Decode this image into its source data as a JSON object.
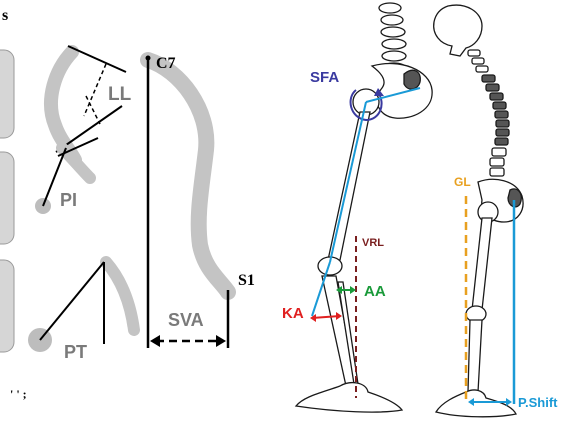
{
  "left_panel": {
    "header_fragment": "s",
    "footer_fragment": "' ' ;",
    "labels": {
      "ll": "LL",
      "pi": "PI",
      "pt": "PT",
      "c7": "C7",
      "s1": "S1",
      "sva": "SVA"
    }
  },
  "right_panel": {
    "labels": {
      "sfa": "SFA",
      "vrl": "VRL",
      "aa": "AA",
      "ka": "KA",
      "gl": "GL",
      "pshift": "P.Shift"
    }
  },
  "colors": {
    "bone_gray": "#c4c4c4",
    "line_black": "#000000",
    "blue_line": "#1a9ad6",
    "sfa_purple": "#3a3aa0",
    "vrl_brown": "#7a1f1f",
    "aa_green": "#1a9a3a",
    "ka_red": "#e02020",
    "gl_orange": "#e8a020",
    "vertebra_dark": "#555555"
  }
}
